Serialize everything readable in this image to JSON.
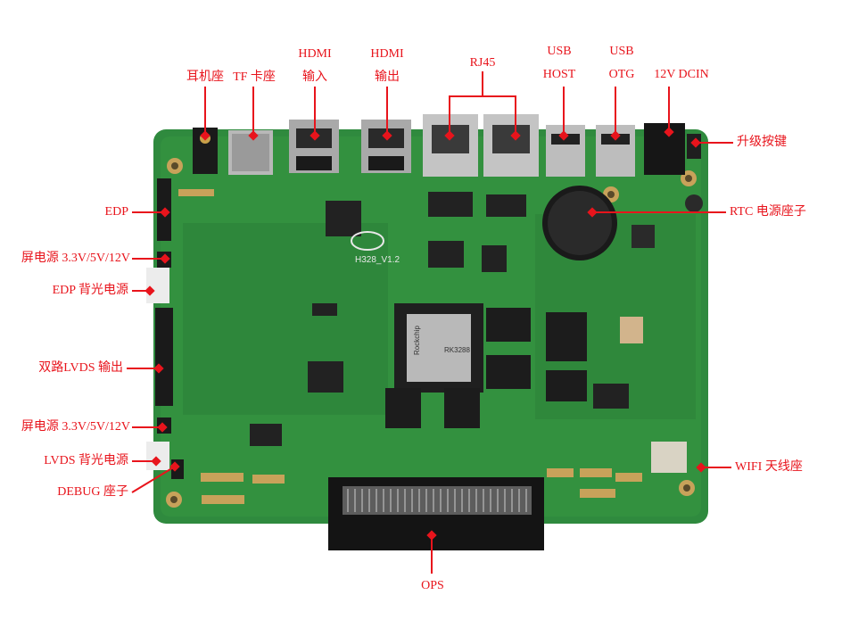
{
  "colors": {
    "label": "#e8141c",
    "board": "#2f8a3e",
    "board_dark": "#1f6a2c",
    "connector_black": "#1a1a1a",
    "metal": "#c9c9c9"
  },
  "labels": {
    "earphone": "耳机座",
    "tf": "TF 卡座",
    "hdmi_in_1": "HDMI",
    "hdmi_in_2": "输入",
    "hdmi_out_1": "HDMI",
    "hdmi_out_2": "输出",
    "rj45": "RJ45",
    "usb_host_1": "USB",
    "usb_host_2": "HOST",
    "usb_otg_1": "USB",
    "usb_otg_2": "OTG",
    "dcin": "12V DCIN",
    "upgrade": "升级按键",
    "rtc": "RTC 电源座子",
    "wifi": "WIFI 天线座",
    "edp": "EDP",
    "screen_power_1": "屏电源 3.3V/5V/12V",
    "edp_backlight": "EDP 背光电源",
    "dual_lvds": "双路LVDS 输出",
    "screen_power_2": "屏电源 3.3V/5V/12V",
    "lvds_backlight": "LVDS 背光电源",
    "debug": "DEBUG 座子",
    "ops": "OPS"
  },
  "board": {
    "silkscreen": "H328_V1.2",
    "chip_brand": "Rockchip",
    "chip_model": "RK3288"
  }
}
